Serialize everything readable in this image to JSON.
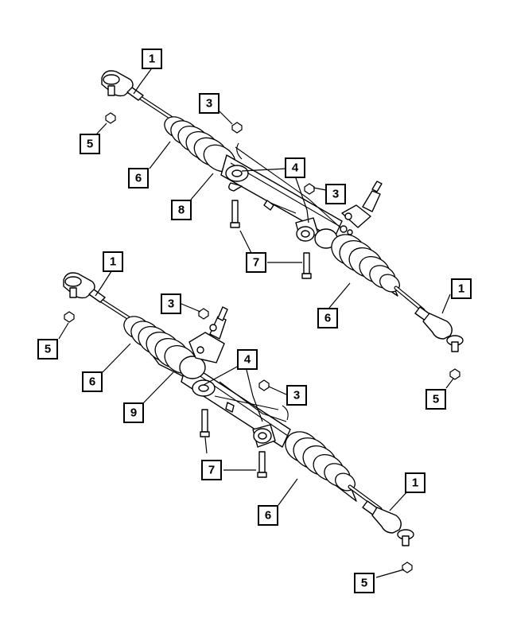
{
  "diagram": {
    "callouts": [
      {
        "label": "1"
      },
      {
        "label": "3"
      },
      {
        "label": "5"
      },
      {
        "label": "6"
      },
      {
        "label": "4"
      },
      {
        "label": "3"
      },
      {
        "label": "8"
      },
      {
        "label": "7"
      },
      {
        "label": "6"
      },
      {
        "label": "1"
      },
      {
        "label": "5"
      },
      {
        "label": "1"
      },
      {
        "label": "3"
      },
      {
        "label": "5"
      },
      {
        "label": "6"
      },
      {
        "label": "4"
      },
      {
        "label": "9"
      },
      {
        "label": "3"
      },
      {
        "label": "7"
      },
      {
        "label": "6"
      },
      {
        "label": "1"
      },
      {
        "label": "5"
      }
    ]
  }
}
